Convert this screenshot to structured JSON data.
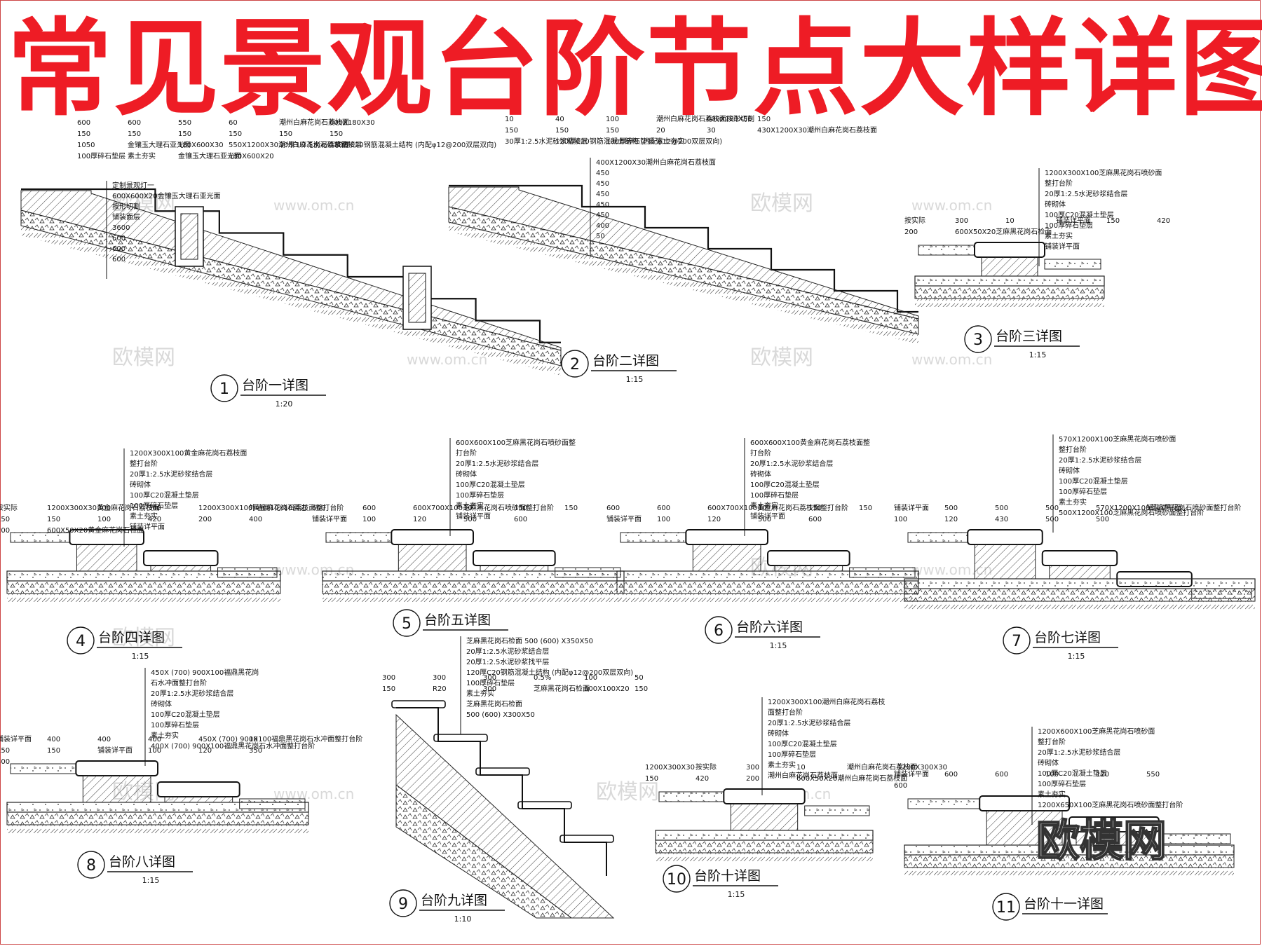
{
  "page": {
    "title": "常见景观台阶节点大样详图",
    "watermark_text": "欧模网",
    "watermark_url": "www.om.cn",
    "logo_text": "欧模网"
  },
  "details": [
    {
      "number": "1",
      "name": "台阶一详图",
      "scale": "1:20",
      "labels": [
        "定制景观灯一",
        "600X600X20金镶玉大理石亚光面",
        "按形切割",
        "铺装面层",
        "3600",
        "600",
        "600",
        "600",
        "600",
        "600",
        "550",
        "60",
        "潮州白麻花岗石荔枝面",
        "600X180X30",
        "150",
        "150",
        "150",
        "150",
        "150",
        "150",
        "1050",
        "金镶玉大理石亚光面",
        "180X600X30",
        "550X1200X30潮州白麻花岗石荔枝面",
        "30厚1:2.5水泥砂浆粘接层",
        "120厚C20钢筋混凝土结构 (内配φ12@200双层双向)",
        "100厚碎石垫层",
        "素土夯实",
        "金镶玉大理石亚光面",
        "180X600X20"
      ]
    },
    {
      "number": "2",
      "name": "台阶二详图",
      "scale": "1:15",
      "labels": [
        "400X1200X30潮州白麻花岗石荔枝面",
        "450",
        "450",
        "450",
        "450",
        "450",
        "400",
        "50",
        "10",
        "40",
        "100",
        "潮州白麻花岗石荔枝面按形切割",
        "600X180X50",
        "150",
        "150",
        "150",
        "150",
        "20",
        "30",
        "430X1200X30潮州白麻花岗石荔枝面",
        "30厚1:2.5水泥砂浆粘接层",
        "120厚C20钢筋混凝土结构 (内配φ12@200双层双向)",
        "100厚碎石垫层",
        "素土夯实"
      ]
    },
    {
      "number": "3",
      "name": "台阶三详图",
      "scale": "1:15",
      "labels": [
        "1200X300X100芝麻黑花岗石喷砂面",
        "整打台阶",
        "20厚1:2.5水泥砂浆结合层",
        "砖砌体",
        "100厚C20混凝土垫层",
        "100厚碎石垫层",
        "素土夯实",
        "铺装详平面",
        "按实际",
        "300",
        "10",
        "铺装详平面",
        "150",
        "420",
        "200",
        "600X50X20芝麻黑花岗石检面"
      ]
    },
    {
      "number": "4",
      "name": "台阶四详图",
      "scale": "1:15",
      "labels": [
        "1200X300X100黄金麻花岗石荔枝面",
        "整打台阶",
        "20厚1:2.5水泥砂浆结合层",
        "砖砌体",
        "100厚C20混凝土垫层",
        "100厚碎石垫层",
        "素土夯实",
        "铺装详平面",
        "按实际",
        "1200X300X30黄金麻花岗石荔枝面",
        "300",
        "300",
        "1200X300X100黄金麻花岗石荔枝面整打台阶",
        "外墙倒10X10斜边",
        "150",
        "150",
        "100",
        "420",
        "200",
        "400",
        "200",
        "600X50X20黄金麻花岗石检面"
      ]
    },
    {
      "number": "5",
      "name": "台阶五详图",
      "scale": "",
      "labels": [
        "600X600X100芝麻黑花岗石喷砂面整",
        "打台阶",
        "20厚1:2.5水泥砂浆结合层",
        "砖砌体",
        "100厚C20混凝土垫层",
        "100厚碎石垫层",
        "素土夯实",
        "铺装详平面",
        "600",
        "600",
        "600X700X100芝麻黑花岗石喷砂面整打台阶",
        "10",
        "150",
        "150",
        "铺装详平面",
        "100",
        "120",
        "500",
        "600"
      ]
    },
    {
      "number": "6",
      "name": "台阶六详图",
      "scale": "1:15",
      "labels": [
        "600X600X100黄金麻花岗石荔枝面整",
        "打台阶",
        "20厚1:2.5水泥砂浆结合层",
        "砖砌体",
        "100厚C20混凝土垫层",
        "100厚碎石垫层",
        "素土夯实",
        "铺装详平面",
        "600",
        "600",
        "600X700X100黄金麻花岗石荔枝面整打台阶",
        "10",
        "150",
        "150",
        "铺装详平面",
        "100",
        "120",
        "500",
        "600"
      ]
    },
    {
      "number": "7",
      "name": "台阶七详图",
      "scale": "1:15",
      "labels": [
        "570X1200X100芝麻黑花岗石喷砂面",
        "整打台阶",
        "20厚1:2.5水泥砂浆结合层",
        "砖砌体",
        "100厚C20混凝土垫层",
        "100厚碎石垫层",
        "素土夯实",
        "500X1200X100芝麻黑花岗石喷砂面整打台阶",
        "铺装详平面",
        "500",
        "500",
        "500",
        "570X1200X100芝麻黑花岗石喷砂面整打台阶",
        "铺装详平面",
        "100",
        "120",
        "430",
        "500",
        "500"
      ]
    },
    {
      "number": "8",
      "name": "台阶八详图",
      "scale": "1:15",
      "labels": [
        "450X (700) 900X100福鼎黑花岗",
        "石水冲面整打台阶",
        "20厚1:2.5水泥砂浆结合层",
        "砖砌体",
        "100厚C20混凝土垫层",
        "100厚碎石垫层",
        "素土夯实",
        "400X (700) 900X100福鼎黑花岗石水冲面整打台阶",
        "铺装详平面",
        "400",
        "400",
        "400",
        "450X (700) 900X100福鼎黑花岗石水冲面整打台阶",
        "10",
        "150",
        "150",
        "铺装详平面",
        "100",
        "120",
        "350",
        "400"
      ]
    },
    {
      "number": "9",
      "name": "台阶九详图",
      "scale": "1:10",
      "labels": [
        "芝麻黑花岗石检面 500 (600) X350X50",
        "20厚1:2.5水泥砂浆结合层",
        "20厚1:2.5水泥砂浆找平层",
        "120厚C20钢筋混凝土结构 (内配φ12@200双层双向)",
        "100厚碎石垫层",
        "素土夯实",
        "芝麻黑花岗石检面",
        "500 (600) X300X50",
        "300",
        "300",
        "300",
        "0.5%",
        "100",
        "50",
        "150",
        "R20",
        "300",
        "芝麻黑花岗石检面",
        "600X100X20",
        "150"
      ]
    },
    {
      "number": "10",
      "name": "台阶十详图",
      "scale": "1:15",
      "labels": [
        "1200X300X100潮州白麻花岗石荔枝",
        "面整打台阶",
        "20厚1:2.5水泥砂浆结合层",
        "砖砌体",
        "100厚C20混凝土垫层",
        "100厚碎石垫层",
        "素土夯实",
        "潮州白麻花岗石荔枝面",
        "1200X300X30",
        "按实际",
        "300",
        "10",
        "潮州白麻花岗石荔枝面",
        "1200X300X30",
        "150",
        "420",
        "200",
        "600X50X20潮州白麻花岗石荔枝面"
      ]
    },
    {
      "number": "11",
      "name": "台阶十一详图",
      "scale": "",
      "labels": [
        "1200X600X100芝麻黑花岗石喷砂面",
        "整打台阶",
        "20厚1:2.5水泥砂浆结合层",
        "砖砌体",
        "100厚C20混凝土垫层",
        "100厚碎石垫层",
        "素土夯实",
        "1200X650X100芝麻黑花岗石喷砂面整打台阶",
        "铺装详平面",
        "600",
        "600",
        "100",
        "120",
        "550",
        "600"
      ]
    }
  ]
}
